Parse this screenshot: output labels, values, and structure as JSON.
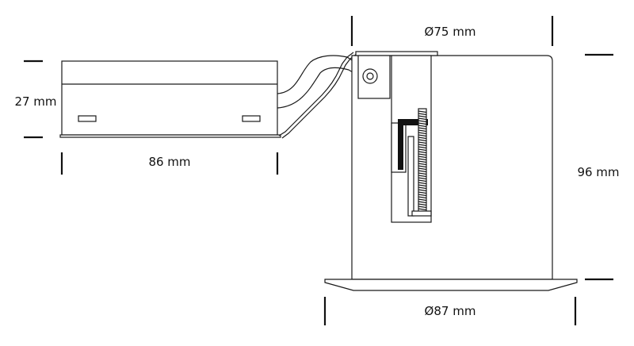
{
  "dimensions": {
    "driver_height": "27 mm",
    "driver_length": "86 mm",
    "housing_diameter_top": "Ø75 mm",
    "housing_height": "96 mm",
    "flange_diameter": "Ø87 mm"
  },
  "colors": {
    "ink": "#1a1a1a",
    "background": "#ffffff"
  }
}
